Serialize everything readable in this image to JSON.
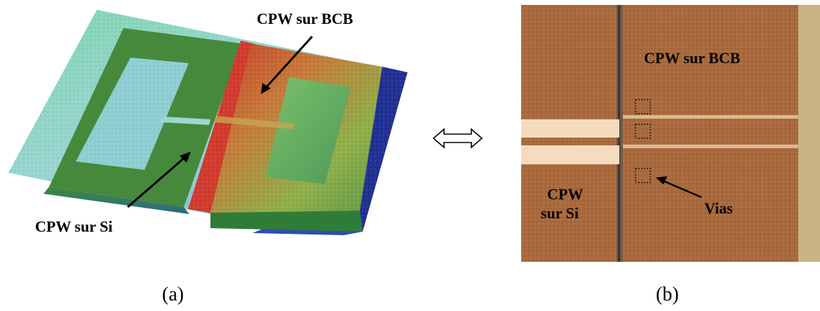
{
  "panel_a": {
    "label_top": "CPW sur BCB",
    "label_bottom": "CPW sur Si",
    "caption": "(a)"
  },
  "panel_b": {
    "label_bcb": "CPW sur BCB",
    "label_si_line1": "CPW",
    "label_si_line2": "sur Si",
    "label_vias": "Vias",
    "caption": "(b)"
  },
  "colors": {
    "si_substrate": "#9fd8c0",
    "bcb_red": "#d8402a",
    "bcb_green": "#6fa64a",
    "base_blue": "#1f2f9a",
    "optical_brown": "#a7693f",
    "conductor_light": "#f7dcc0"
  }
}
